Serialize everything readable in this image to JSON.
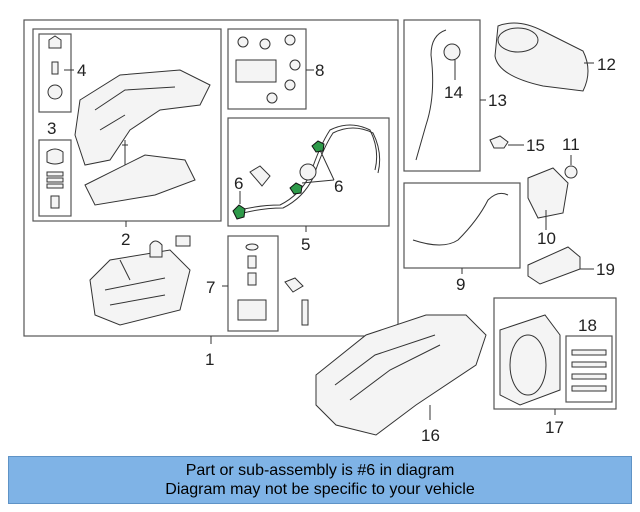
{
  "callouts": {
    "c1": "1",
    "c2": "2",
    "c3": "3",
    "c4": "4",
    "c5": "5",
    "c6a": "6",
    "c6b": "6",
    "c7": "7",
    "c8": "8",
    "c9": "9",
    "c10": "10",
    "c11": "11",
    "c12": "12",
    "c13": "13",
    "c14": "14",
    "c15": "15",
    "c16": "16",
    "c17": "17",
    "c18": "18",
    "c19": "19"
  },
  "banner": {
    "line1": "Part or sub-assembly is #6 in diagram",
    "line2": "Diagram may not be specific to your vehicle"
  },
  "colors": {
    "banner_bg": "#7fb3e6",
    "highlight": "#2e9a4a"
  }
}
